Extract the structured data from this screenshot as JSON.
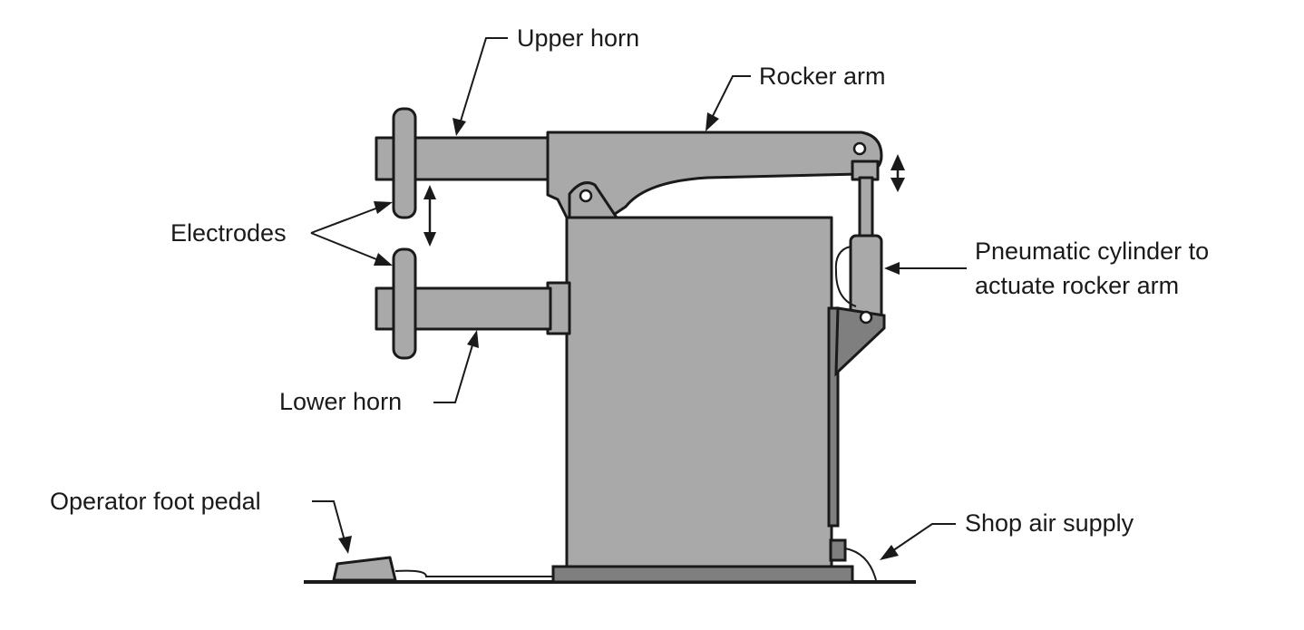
{
  "labels": {
    "upper_horn": "Upper horn",
    "rocker_arm": "Rocker arm",
    "electrodes": "Electrodes",
    "pneumatic_line1": "Pneumatic cylinder to",
    "pneumatic_line2": "actuate rocker arm",
    "lower_horn": "Lower horn",
    "foot_pedal": "Operator foot pedal",
    "air_supply": "Shop air supply"
  },
  "colors": {
    "body_fill": "#a9a9a9",
    "shadow_fill": "#7f7f7f",
    "outline": "#1a1a1a",
    "background": "#ffffff"
  }
}
